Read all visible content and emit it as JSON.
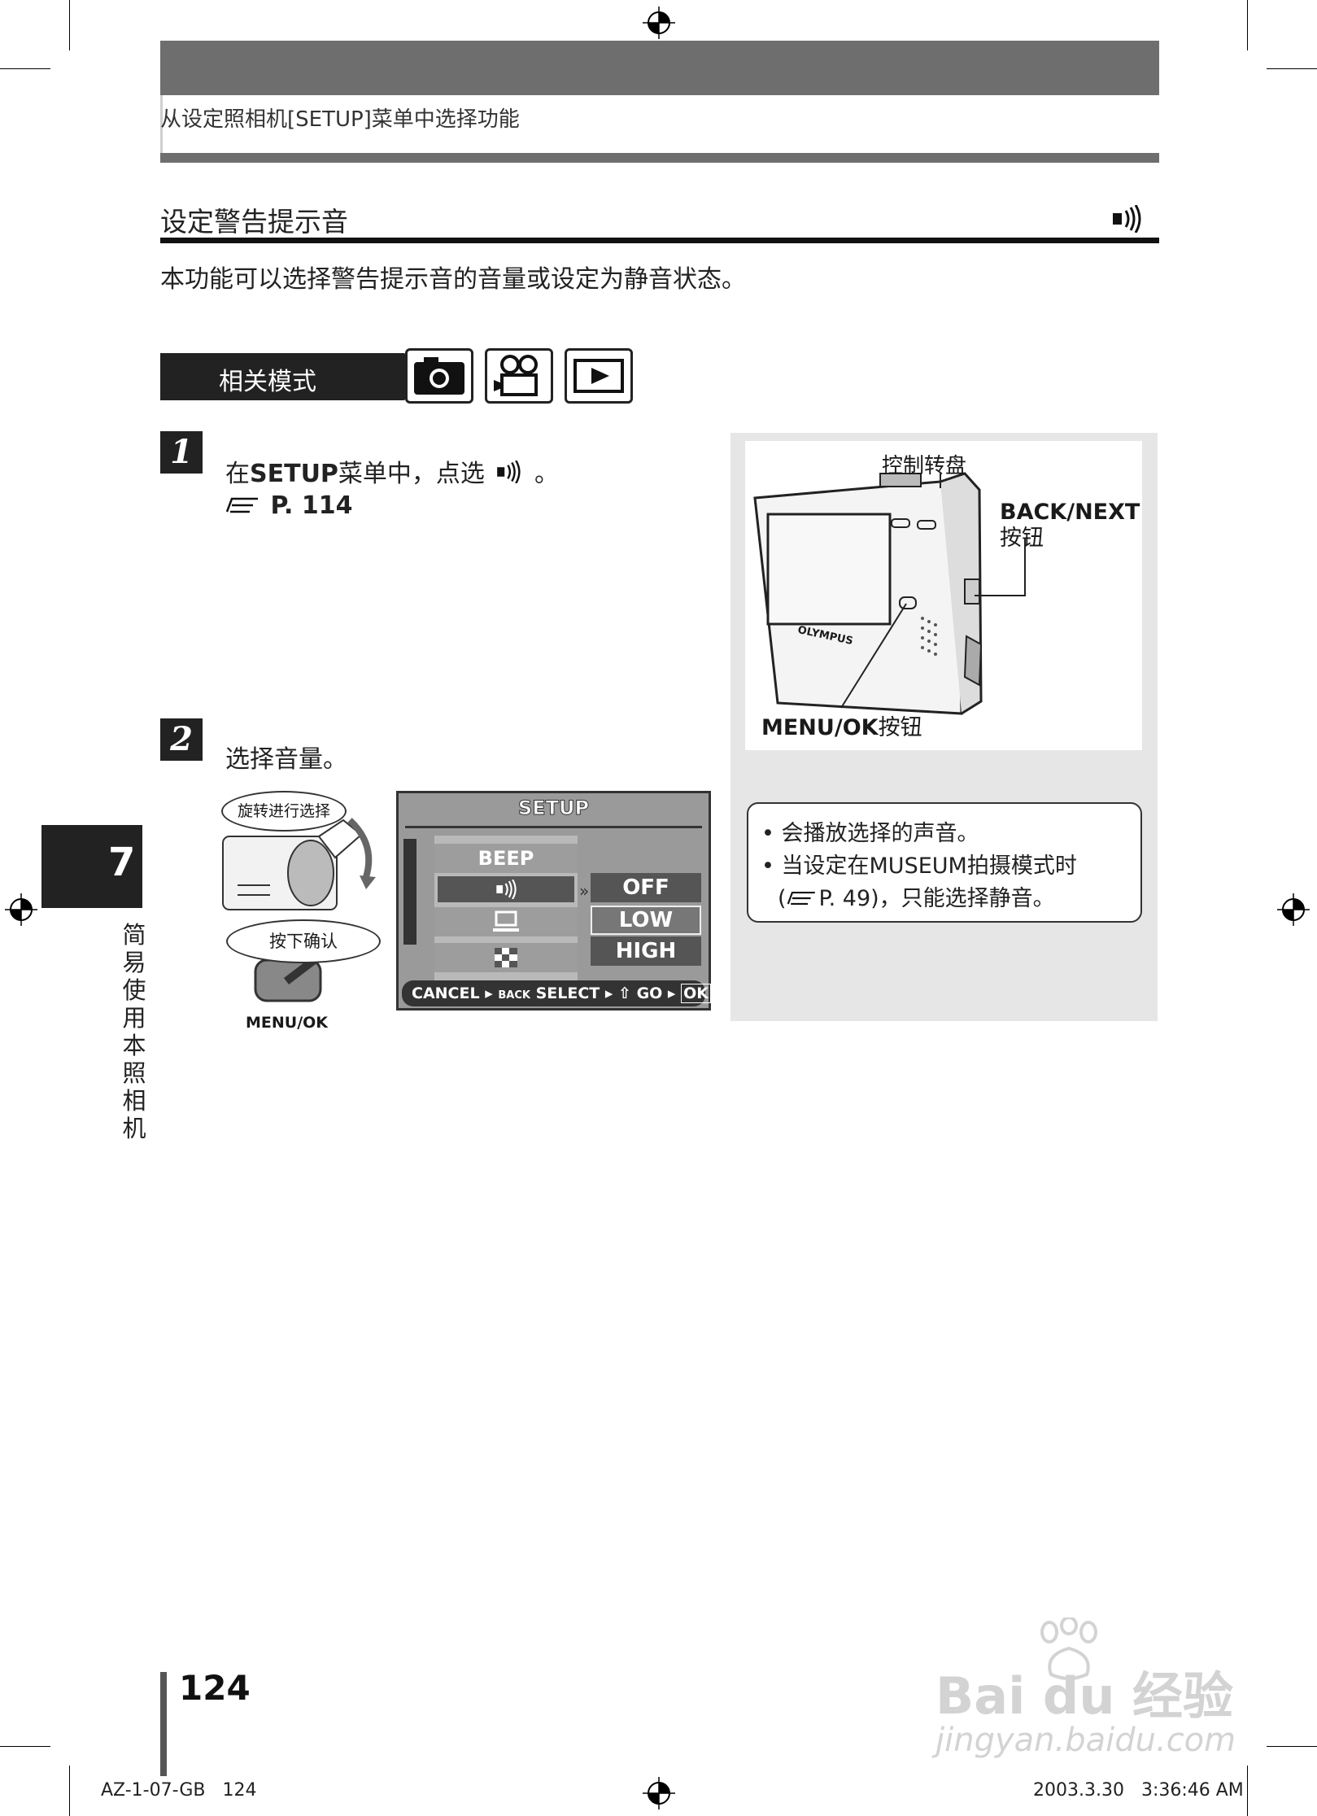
{
  "header": {
    "breadcrumb": "从设定照相机[SETUP]菜单中选择功能"
  },
  "section": {
    "title": "设定警告提示音",
    "title_icon": "speaker-volume-icon",
    "intro": "本功能可以选择警告提示音的音量或设定为静音状态。"
  },
  "modes": {
    "label": "相关模式",
    "icons": [
      "camera-icon",
      "movie-camera-icon",
      "play-icon"
    ]
  },
  "steps": [
    {
      "number": "1",
      "text_prefix": "在",
      "text_bold": "SETUP",
      "text_suffix": "菜单中，点选",
      "text_end": "。",
      "ref": "P. 114"
    },
    {
      "number": "2",
      "text": "选择音量。"
    }
  ],
  "dial_illustration": {
    "rotate_label": "旋转进行选择",
    "press_label": "按下确认",
    "button_label": "MENU/OK"
  },
  "lcd": {
    "title": "SETUP",
    "menu_items": [
      "BEEP",
      "speaker-icon",
      "screen-icon",
      "checker-icon"
    ],
    "options": [
      "OFF",
      "LOW",
      "HIGH"
    ],
    "selected_option": "LOW",
    "footer": {
      "cancel": "CANCEL",
      "back": "BACK",
      "select": "SELECT",
      "go": "GO",
      "ok": "OK"
    }
  },
  "camera_diagram": {
    "dial_label": "控制转盘",
    "back_next_bold": "BACK/NEXT",
    "back_next_suffix": "按钮",
    "menu_ok_bold": "MENU/OK",
    "menu_ok_suffix": "按钮",
    "brand": "OLYMPUS"
  },
  "notes": {
    "items": [
      "会播放选择的声音。",
      "当设定在MUSEUM拍摄模式时",
      "P. 49)，只能选择静音。"
    ],
    "ref_prefix": "("
  },
  "chapter": {
    "number": "7",
    "title": "简易使用本照相机"
  },
  "page": {
    "number": "124"
  },
  "footer": {
    "left": "AZ-1-07-GB   124",
    "right": "2003.3.30   3:36:46 AM"
  },
  "watermark": {
    "logo": "Bai du 经验",
    "url": "jingyan.baidu.com"
  }
}
